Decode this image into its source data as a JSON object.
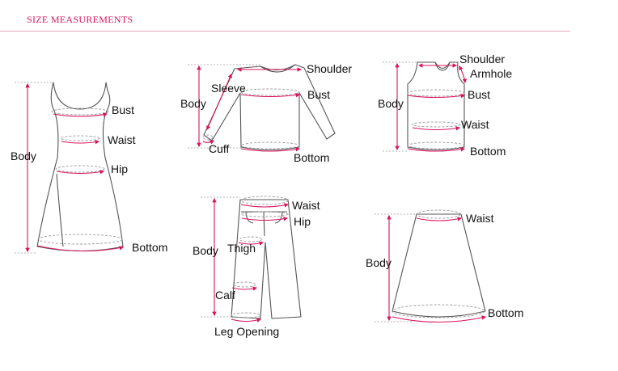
{
  "header": {
    "title": "SIZE MEASUREMENTS"
  },
  "colors": {
    "accent": "#d9145e",
    "header_text": "#d9145e",
    "rule": "#e8a9c0",
    "outline": "#555555"
  },
  "garments": {
    "dress": {
      "labels": [
        "Bust",
        "Waist",
        "Hip",
        "Body",
        "Bottom"
      ]
    },
    "sweater": {
      "labels": [
        "Shoulder",
        "Sleeve",
        "Bust",
        "Body",
        "Cuff",
        "Bottom"
      ]
    },
    "vest": {
      "labels": [
        "Shoulder",
        "Armhole",
        "Bust",
        "Body",
        "Waist",
        "Bottom"
      ]
    },
    "pants": {
      "labels": [
        "Waist",
        "Hip",
        "Body",
        "Thigh",
        "Calf",
        "Leg Opening"
      ]
    },
    "skirt": {
      "labels": [
        "Waist",
        "Body",
        "Bottom"
      ]
    }
  }
}
